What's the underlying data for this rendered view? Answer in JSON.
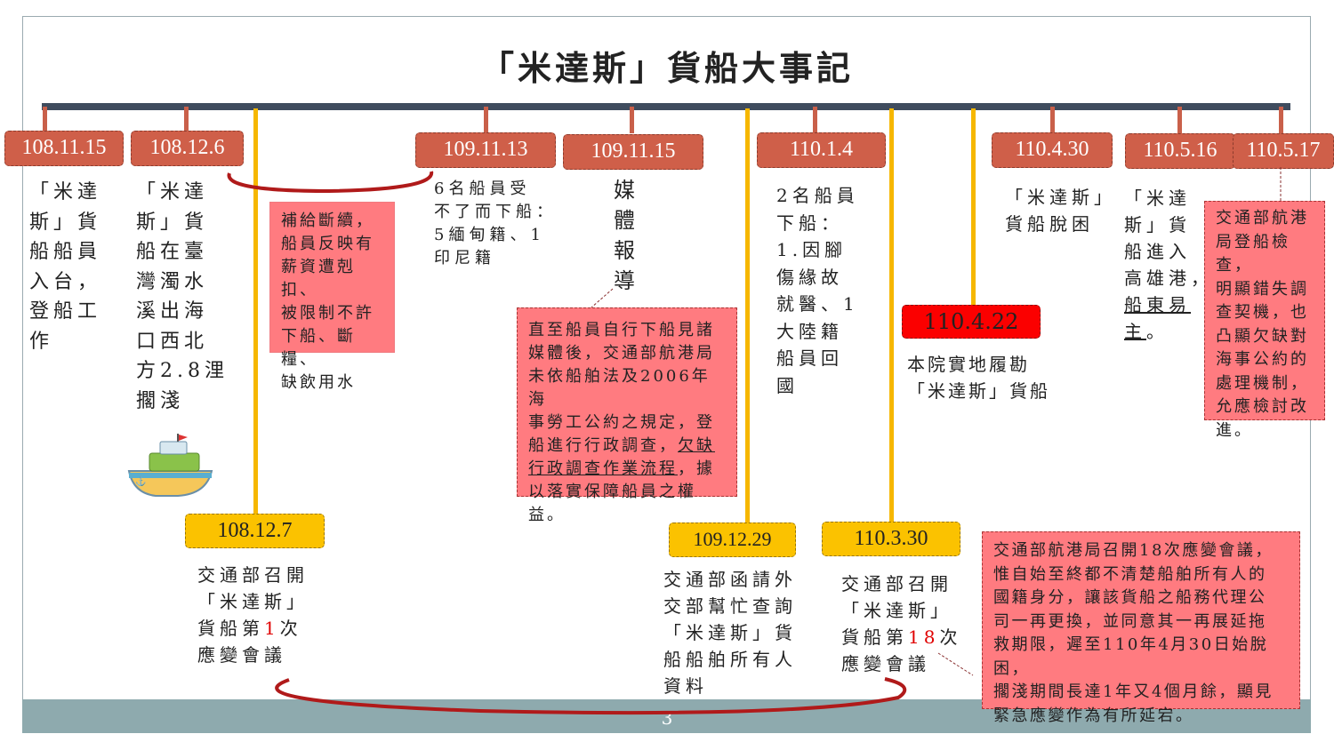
{
  "title": "「米達斯」貨船大事記",
  "page_number": "3",
  "top_events": [
    {
      "date": "108.11.15",
      "text": "「米達\n斯」貨\n船船員\n入台，\n登船工\n作"
    },
    {
      "date": "108.12.6",
      "text": "「米達\n斯」貨\n船在臺\n灣濁水\n溪出海\n口西北\n方2.8浬\n擱淺"
    },
    {
      "date": "109.11.13",
      "text": "6名船員受\n不了而下船：\n5緬甸籍、1\n印尼籍"
    },
    {
      "date": "109.11.15",
      "text": "媒\n體\n報\n導"
    },
    {
      "date": "110.1.4",
      "text": "2名船員\n下船：\n1.因腳\n傷緣故\n就醫、1\n大陸籍\n船員回\n國"
    },
    {
      "date": "110.4.30",
      "text": "「米達斯」\n貨船脫困"
    },
    {
      "date": "110.5.16",
      "text_lines": [
        "「米達",
        "斯」貨",
        "船進入",
        "高雄港，"
      ],
      "text_underlined": "船東易\n主",
      "text_end": "。"
    },
    {
      "date": "110.5.17"
    }
  ],
  "bottom_events": [
    {
      "date": "108.12.7",
      "text_pre": "交通部召開\n「米達斯」\n貨船第",
      "count": "1",
      "text_post": "次\n應變會議"
    },
    {
      "date": "109.12.29",
      "text": "交通部函請外\n交部幫忙查詢\n「米達斯」貨\n船船舶所有人\n資料"
    },
    {
      "date": "110.3.30",
      "text_pre": "交通部召開\n「米達斯」\n貨船第",
      "count": "18",
      "text_post": "次\n應變會議"
    },
    {
      "date": "110.4.22",
      "text": "本院實地履勘\n「米達斯」貨船"
    }
  ],
  "notes": {
    "supply": "補給斷續，\n船員反映有\n薪資遭剋扣、\n被限制不許\n下船、斷糧、\n缺飲用水",
    "media_pre": "直至船員自行下船見諸\n媒體後，交通部航港局\n未依船舶法及2006年海\n事勞工公約之規定，登\n船進行行政調查，",
    "media_underlined_1": "欠缺",
    "media_underlined_2": "行政調查作業流程",
    "media_post": "，據\n以落實保障船員之權益。",
    "inspection": "交通部航港\n局登船檢查，\n明顯錯失調\n查契機，也\n凸顯欠缺對\n海事公約的\n處理機制，\n允應檢討改\n進。",
    "summary": "交通部航港局召開18次應變會議，\n惟自始至終都不清楚船舶所有人的\n國籍身分，讓該貨船之船務代理公\n司一再更換，並同意其一再展延拖\n救期限，遲至110年4月30日始脫困，\n擱淺期間長達1年又4個月餘，顯見\n緊急應變作為有所延宕。"
  },
  "colors": {
    "date_box": "#cf5f49",
    "yellow_box": "#fbc200",
    "note": "#ff7b80",
    "axis": "#3f4c5e",
    "highlight": "#e00000"
  }
}
